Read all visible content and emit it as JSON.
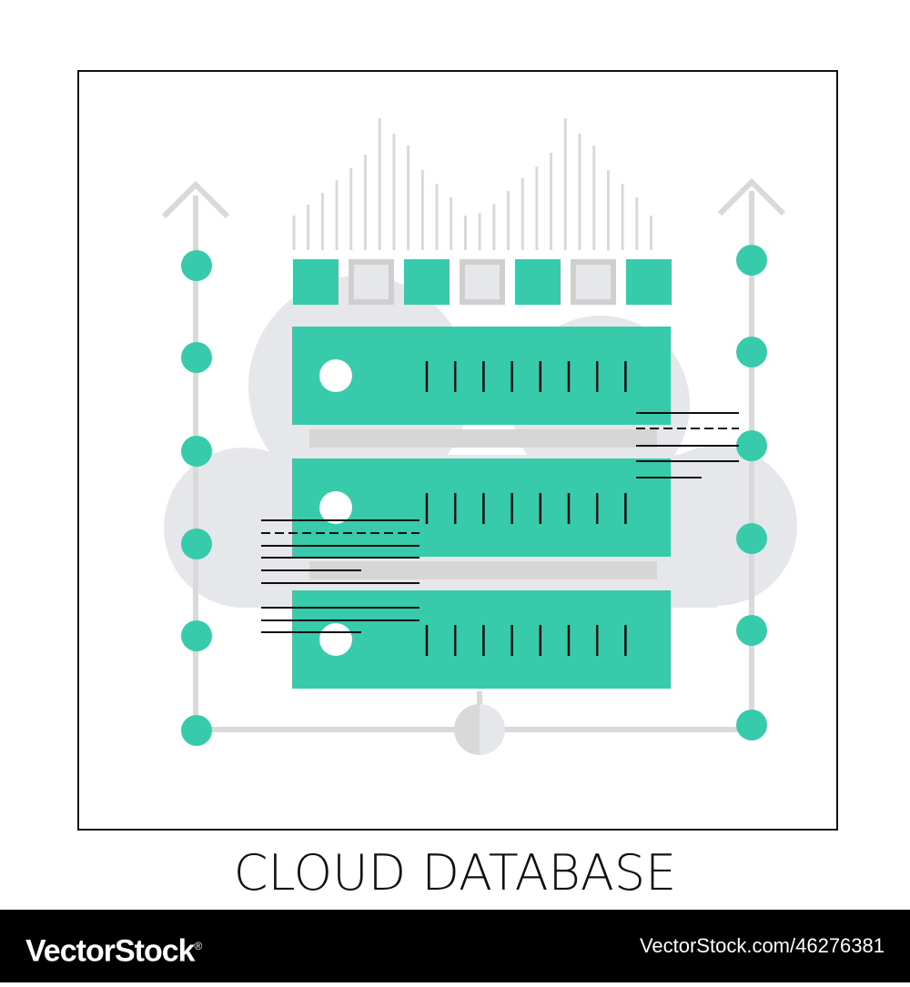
{
  "caption": "CLOUD DATABASE",
  "footer": {
    "logo": "VectorStock",
    "logo_registered": "®",
    "url": "VectorStock.com/46276381"
  },
  "colors": {
    "accent": "#37cbac",
    "gray": "#d9d9d9",
    "cloud": "#e6e7ea",
    "frame": "#111111",
    "line": "#111111"
  }
}
